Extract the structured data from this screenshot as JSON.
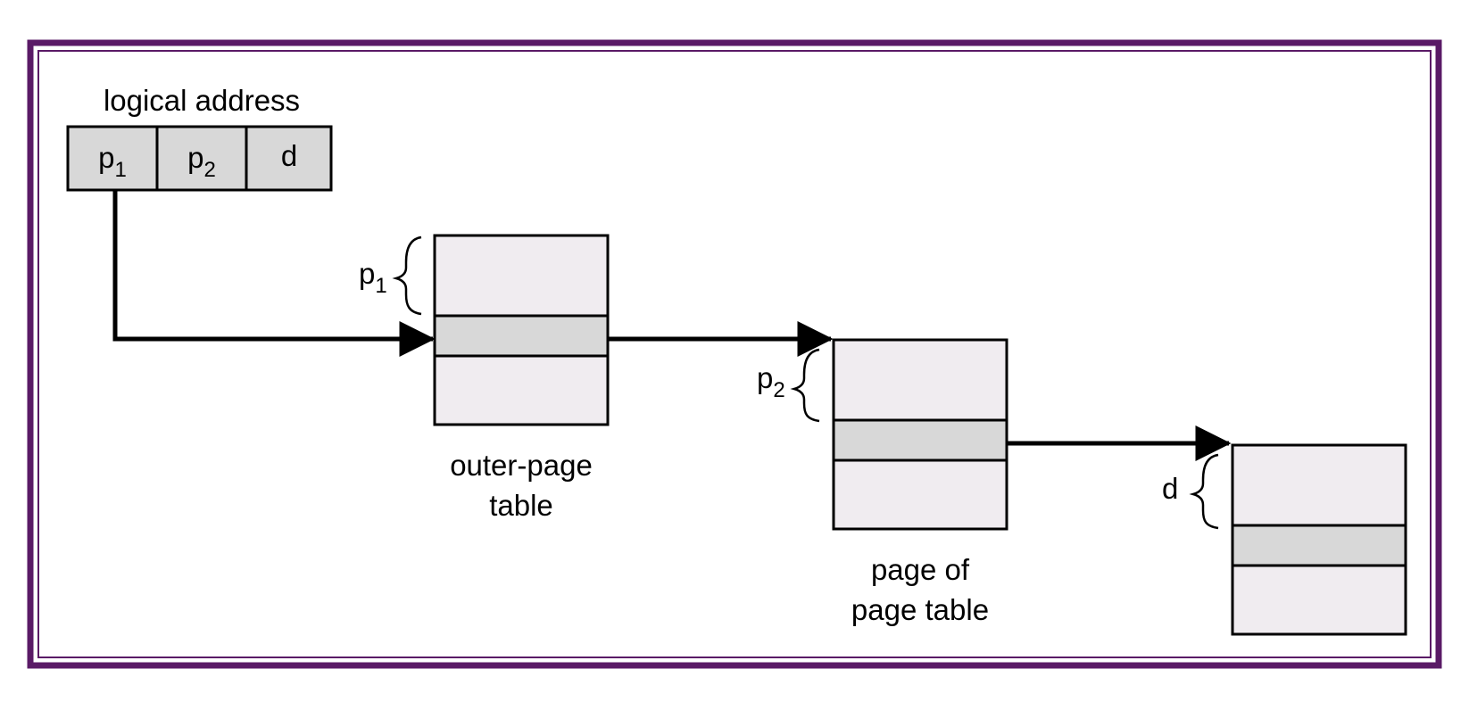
{
  "colors": {
    "frame": "#5a1a66",
    "background": "#ffffff",
    "table_fill": "#f0ecf0",
    "highlight_fill": "#d8d8d8",
    "address_fill": "#d8d8d8",
    "stroke": "#000000",
    "text": "#000000"
  },
  "logical_address": {
    "title": "logical address",
    "fields": [
      {
        "main": "p",
        "sub": "1"
      },
      {
        "main": "p",
        "sub": "2"
      },
      {
        "main": "d",
        "sub": ""
      }
    ]
  },
  "outer_page_table": {
    "offset_label": {
      "main": "p",
      "sub": "1"
    },
    "caption_lines": [
      "outer-page",
      "table"
    ]
  },
  "page_of_page_table": {
    "offset_label": {
      "main": "p",
      "sub": "2"
    },
    "caption_lines": [
      "page of",
      "page table"
    ]
  },
  "memory_page": {
    "offset_label": {
      "main": "d",
      "sub": ""
    }
  },
  "icons": {
    "offset_bracket": "brace-icon",
    "link": "arrow-icon"
  }
}
